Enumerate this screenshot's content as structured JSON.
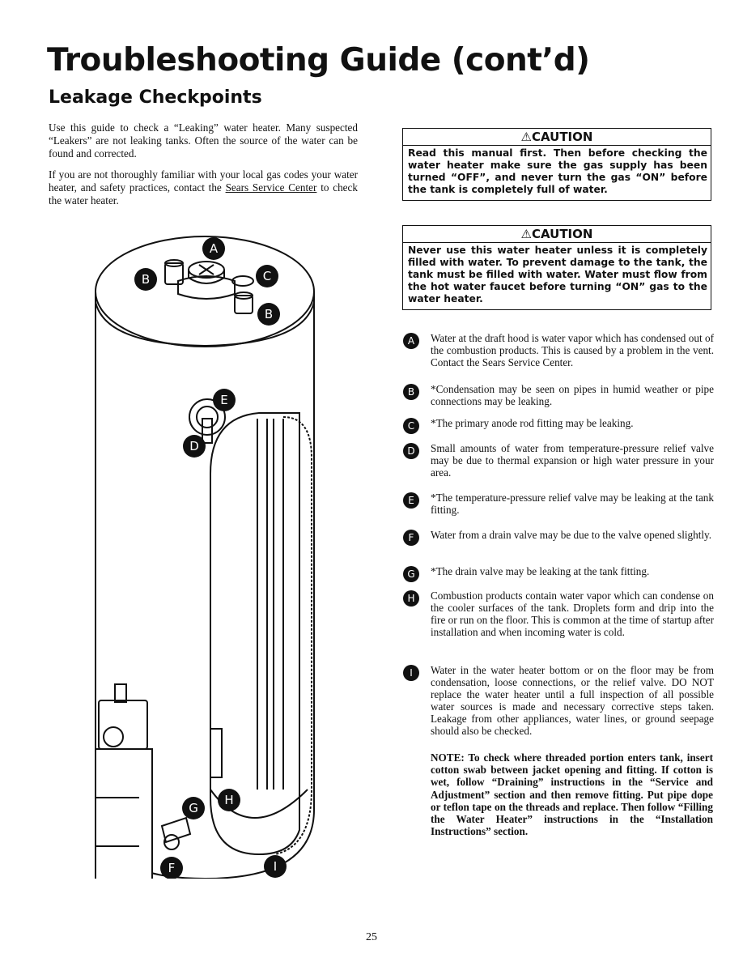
{
  "page": {
    "title": "Troubleshooting Guide (cont’d)",
    "subtitle": "Leakage Checkpoints",
    "page_number": "25"
  },
  "intro": {
    "para1": "Use this guide to check a “Leaking” water heater. Many suspected “Leakers” are not leaking tanks. Often the source of the water can be found and corrected.",
    "para2_before": "If you are not thoroughly familiar with your local gas codes your water heater, and safety practices, contact the ",
    "para2_link": "Sears Service Center",
    "para2_after": " to check the water heater."
  },
  "cautions": [
    {
      "heading": "⚠CAUTION",
      "text": "Read this manual first. Then before checking the water heater make sure the gas supply has been turned “OFF”, and never turn the gas “ON” before the tank is completely full of water."
    },
    {
      "heading": "⚠CAUTION",
      "text": "Never use this water heater unless it is completely filled with water. To prevent damage to the tank, the tank must be filled with water. Water must flow from the hot water faucet before turning “ON” gas to the water heater."
    }
  ],
  "checkpoints": [
    {
      "letter": "A",
      "text": "Water at the draft hood is water vapor which has condensed out of the combustion products. This is caused by a problem in the vent. Contact the Sears Service Center."
    },
    {
      "letter": "B",
      "text": "*Condensation may be seen on pipes in humid weather or pipe connections may be leaking."
    },
    {
      "letter": "C",
      "text": "*The primary anode rod fitting may be leaking."
    },
    {
      "letter": "D",
      "text": "Small amounts of water from temperature-pressure relief valve may be due to thermal expansion or high water pressure in your area."
    },
    {
      "letter": "E",
      "text": "*The temperature-pressure relief valve may be leaking at the tank fitting."
    },
    {
      "letter": "F",
      "text": "Water from a drain valve may be due to the valve opened slightly."
    },
    {
      "letter": "G",
      "text": "*The drain valve may be leaking at the tank fitting."
    },
    {
      "letter": "H",
      "text": "Combustion products contain water vapor which can condense on the cooler surfaces of the tank. Droplets form and drip into the fire or run on the floor. This is common at the time of startup after installation and when incoming water is cold."
    },
    {
      "letter": "I",
      "text": "Water in the water heater bottom or on the floor may be from condensation, loose connections, or the relief valve. DO NOT replace the water heater until a full inspection of all possible water sources is made and necessary corrective steps taken. Leakage from other appliances, water lines, or ground seepage should also be checked."
    }
  ],
  "note": "NOTE: To check where threaded portion enters tank, insert cotton swab between jacket opening and fitting. If cotton is wet, follow “Draining” instructions in the “Service and Adjustment” section and then remove fitting. Put pipe dope or teflon tape on the threads and replace. Then follow “Filling the Water Heater” instructions in the “Installation Instructions” section.",
  "diagram_labels": {
    "a": "A",
    "b_left": "B",
    "c": "C",
    "b_right": "B",
    "e": "E",
    "d": "D",
    "g": "G",
    "h": "H",
    "f": "F",
    "i": "I"
  },
  "colors": {
    "ink": "#111111",
    "paper": "#ffffff"
  }
}
